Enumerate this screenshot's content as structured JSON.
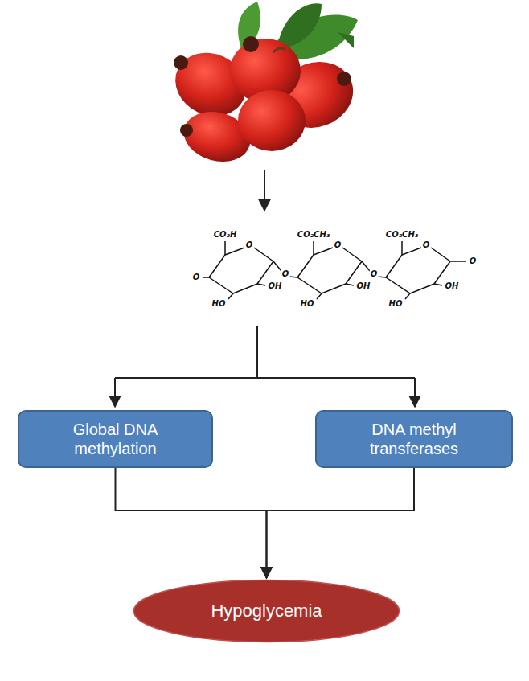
{
  "diagram": {
    "nodes": [
      {
        "text": [
          "Global DNA methylation"
        ]
      },
      {
        "text": [
          "DNA methyl transferases"
        ]
      },
      {
        "text": [
          "Hypoglycemia"
        ]
      }
    ],
    "edges": [
      {
        "from": 0,
        "to": 2,
        "arrow": "to"
      },
      {
        "from": 1,
        "to": 2,
        "arrow": "to"
      }
    ],
    "labels": [
      "O",
      "CO₂H",
      "O",
      "OH",
      "HO",
      "O",
      "CO₂CH₃",
      "O",
      "OH",
      "HO",
      "O",
      "CO₂CH₃",
      "O",
      "OH",
      "HO",
      "O"
    ]
  }
}
